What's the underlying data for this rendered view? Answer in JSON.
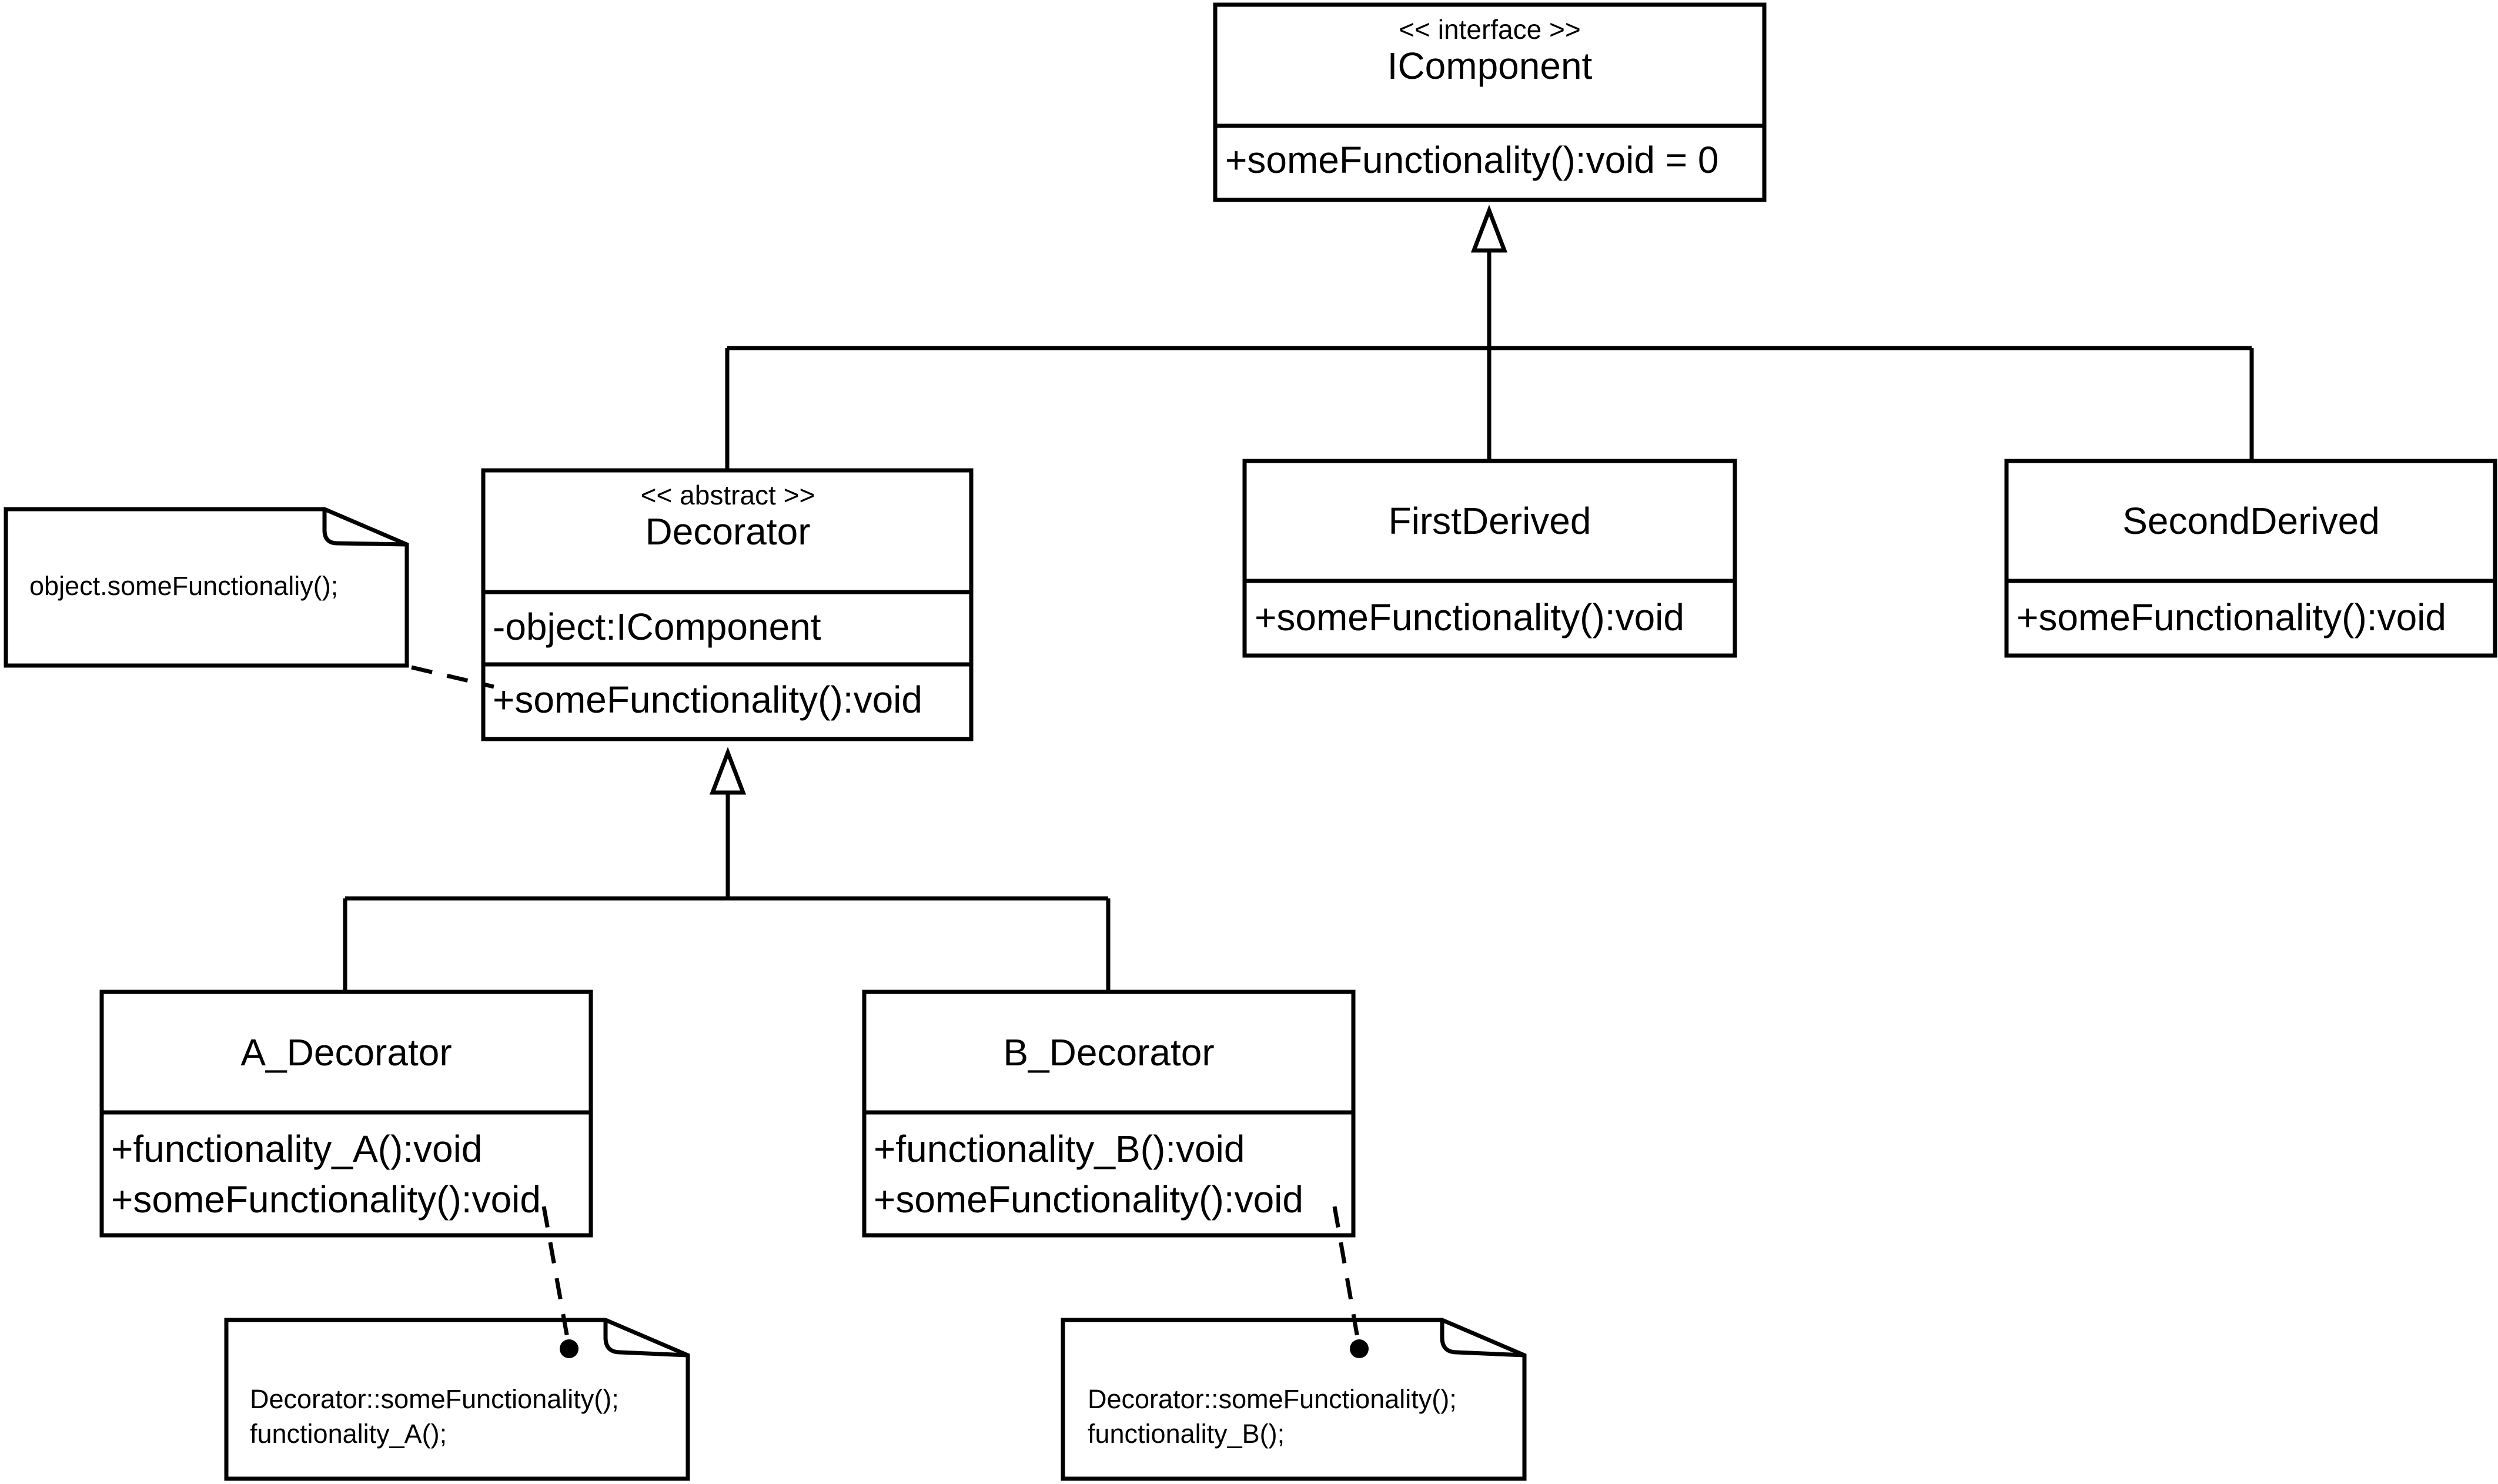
{
  "classes": {
    "icomponent": {
      "stereotype": "<< interface >>",
      "name": "IComponent",
      "methods": [
        "+someFunctionality():void = 0"
      ]
    },
    "decorator": {
      "stereotype": "<< abstract >>",
      "name": "Decorator",
      "attributes": [
        "-object:IComponent"
      ],
      "methods": [
        "+someFunctionality():void"
      ]
    },
    "first_derived": {
      "name": "FirstDerived",
      "methods": [
        "+someFunctionality():void"
      ]
    },
    "second_derived": {
      "name": "SecondDerived",
      "methods": [
        "+someFunctionality():void"
      ]
    },
    "a_decorator": {
      "name": "A_Decorator",
      "methods": [
        "+functionality_A():void",
        "+someFunctionality():void"
      ]
    },
    "b_decorator": {
      "name": "B_Decorator",
      "methods": [
        "+functionality_B():void",
        "+someFunctionality():void"
      ]
    }
  },
  "notes": {
    "decorator_note": [
      "object.someFunctionaliy();"
    ],
    "a_note": [
      "Decorator::someFunctionality();",
      "functionality_A();"
    ],
    "b_note": [
      "Decorator::someFunctionality();",
      "functionality_B();"
    ]
  }
}
